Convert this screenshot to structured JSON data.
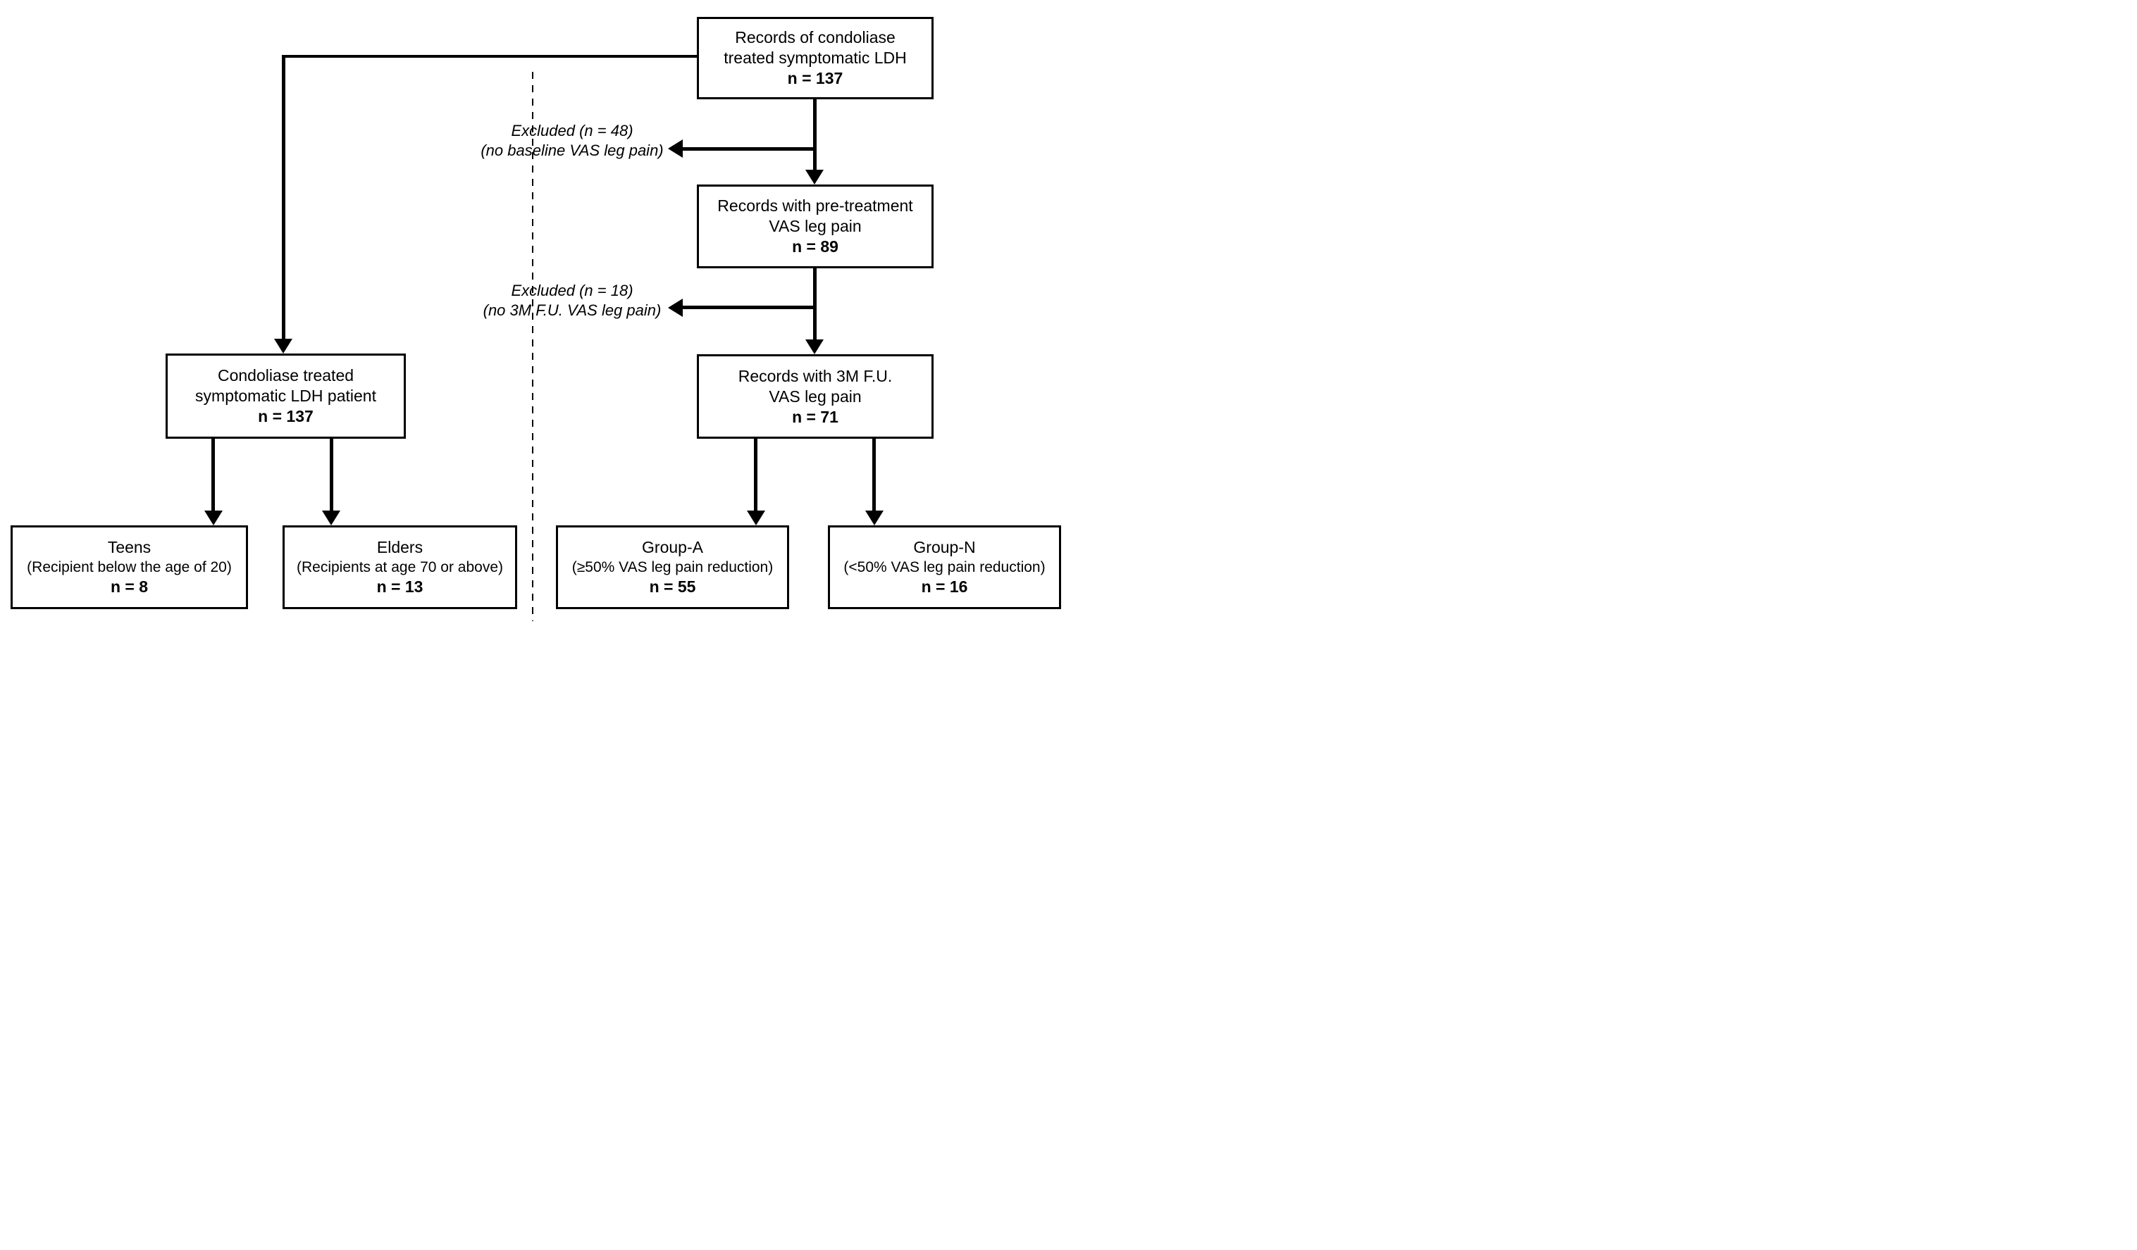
{
  "colors": {
    "ink": "#000000",
    "paper": "#ffffff"
  },
  "flowchart": {
    "records_box": {
      "line1": "Records of condoliase",
      "line2": "treated symptomatic LDH",
      "count": "n = 137"
    },
    "pretreatment_box": {
      "line1": "Records with pre-treatment",
      "line2": "VAS leg pain",
      "count": "n = 89"
    },
    "followup_box": {
      "line1": "Records with 3M F.U.",
      "line2": "VAS leg pain",
      "count": "n = 71"
    },
    "patient_box": {
      "line1": "Condoliase treated",
      "line2": "symptomatic LDH patient",
      "count": "n = 137"
    },
    "exclusion1": {
      "line1": "Excluded (n = 48)",
      "line2": "(no baseline VAS leg pain)"
    },
    "exclusion2": {
      "line1": "Excluded (n = 18)",
      "line2": "(no 3M F.U. VAS leg pain)"
    },
    "teens_box": {
      "title": "Teens",
      "subtitle": "(Recipient below the age of 20)",
      "count": "n = 8"
    },
    "elders_box": {
      "title": "Elders",
      "subtitle": "(Recipients at age 70 or above)",
      "count": "n = 13"
    },
    "group_a_box": {
      "title": "Group-A",
      "subtitle": "(≥50% VAS leg pain reduction)",
      "count": "n = 55"
    },
    "group_n_box": {
      "title": "Group-N",
      "subtitle": "(<50% VAS leg pain reduction)",
      "count": "n = 16"
    }
  }
}
